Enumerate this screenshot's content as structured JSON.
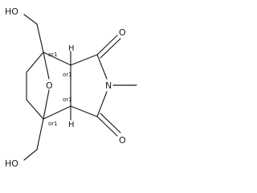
{
  "molecule": {
    "atoms": {
      "hydroxyl_top": "HO",
      "hydroxyl_bottom": "HO",
      "bridge_oxygen": "O",
      "carbonyl_top_oxygen": "O",
      "carbonyl_bottom_oxygen": "O",
      "ring_nitrogen": "N",
      "hydrogen_top": "H",
      "hydrogen_bottom": "H"
    },
    "stereo_labels": {
      "bridgehead_top": "or1",
      "ring_fusion_top": "or1",
      "ring_fusion_bottom": "or1",
      "bridgehead_bottom": "or1"
    }
  }
}
